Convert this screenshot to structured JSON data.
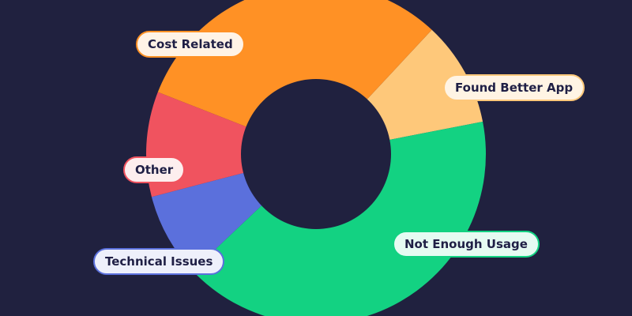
{
  "colors": {
    "background": "#20213f",
    "label_text": "#1f1f45"
  },
  "chart_data": {
    "type": "pie",
    "title": "",
    "donut": true,
    "start_angle_deg": 43,
    "slices": [
      {
        "label": "Found Better App",
        "value": 10,
        "color": "#fec87a",
        "fill": "#fff4e4"
      },
      {
        "label": "Not Enough Usage",
        "value": 41,
        "color": "#13d282",
        "fill": "#e6fbf2"
      },
      {
        "label": "Technical Issues",
        "value": 8,
        "color": "#5b70dc",
        "fill": "#eef0fb"
      },
      {
        "label": "Other",
        "value": 10,
        "color": "#f0535f",
        "fill": "#fdeeee"
      },
      {
        "label": "Cost Related",
        "value": 31,
        "color": "#ff9125",
        "fill": "#fff3e6"
      }
    ]
  }
}
